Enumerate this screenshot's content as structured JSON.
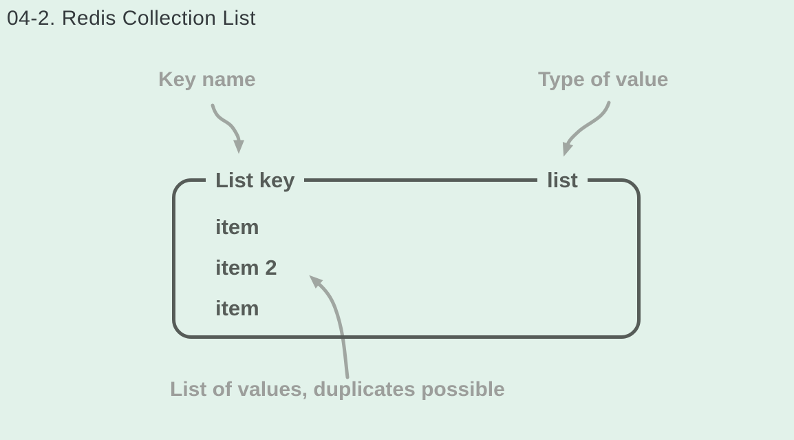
{
  "title": "04-2. Redis Collection List",
  "diagram": {
    "key_name_label": "Key name",
    "type_of_value_label": "Type of value",
    "box": {
      "key_label": "List key",
      "type_label": "list",
      "items": [
        "item",
        "item 2",
        "item"
      ]
    },
    "bottom_label": "List of values, duplicates possible",
    "colors": {
      "background": "#e2f2ea",
      "border": "#565c58",
      "dark_text": "#565c58",
      "gray_label": "#9c9e9b",
      "arrow": "#a0a6a1",
      "title_text": "#343a3d"
    }
  }
}
